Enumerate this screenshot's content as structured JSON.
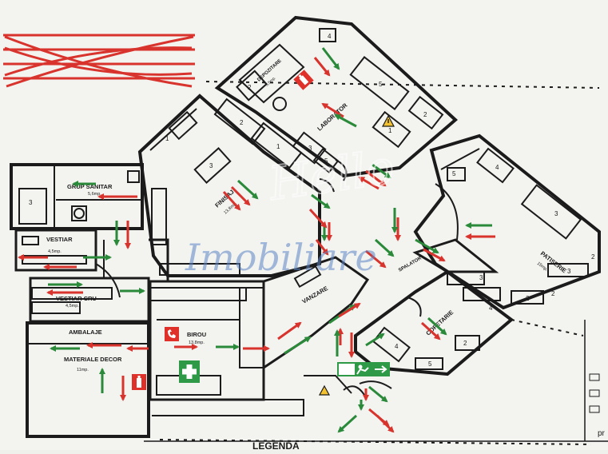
{
  "plan": {
    "rooms": {
      "grup_sanitar": "GRUP SANITAR",
      "grup_sanitar_area": "5,6mp.",
      "vestiar": "VESTIAR",
      "vestiar_area": "4,5mp.",
      "vestiar_cru": "VESTIAR CRU",
      "vestiar_cru_area": "4,5mp.",
      "ambalaje": "AMBALAJE",
      "materiale_decor": "MATERIALE DECOR",
      "materiale_decor_area": "11mp.",
      "birou": "BIROU",
      "birou_area": "13,8mp.",
      "finisaj": "FINISAJ",
      "finisaj_area": "13,8mp.",
      "laborator": "LABORATOR",
      "depozitare": "DEPOZITARE",
      "depozitare_area": "3,5mp.",
      "vanzare": "VANZARE",
      "patiserie": "PATISERIE",
      "patiserie_area": "15mp.",
      "cofetarie": "COFETARIE",
      "spalator": "SPALATOR"
    },
    "numbers": [
      "1",
      "2",
      "3",
      "4",
      "5",
      "6"
    ],
    "legend_title": "LEGENDA",
    "legend_fragment": "pr"
  },
  "watermark": {
    "line1": "Hello",
    "line2": "Imobiliare"
  },
  "colors": {
    "paper": "#f4f4f1",
    "line": "#1b1b1b",
    "red_arrow": "#d8332c",
    "green_arrow": "#2a8a3a",
    "exit_green": "#2e9a47",
    "fire_red": "#e0302a",
    "watermark_blue": "#5b86c6"
  },
  "icons": [
    "fire-extinguisher-icon",
    "first-aid-icon",
    "emergency-exit-icon",
    "hazard-warning-icon",
    "fire-phone-icon"
  ]
}
